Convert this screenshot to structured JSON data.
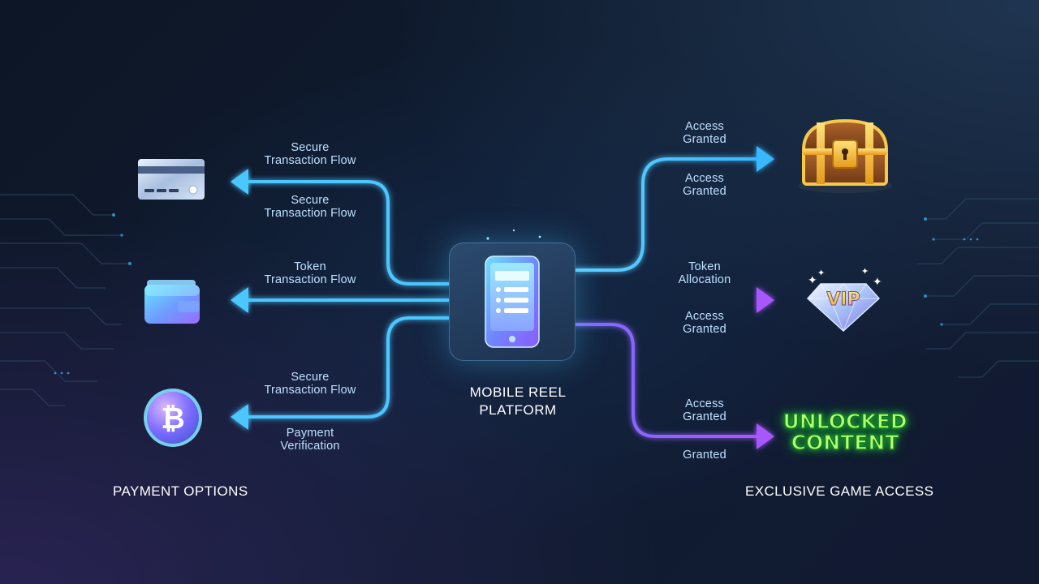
{
  "sections": {
    "left_title": "PAYMENT OPTIONS",
    "right_title": "EXCLUSIVE GAME ACCESS"
  },
  "center": {
    "title_line1": "MOBILE REEL",
    "title_line2": "PLATFORM",
    "icon": "smartphone-icon"
  },
  "payment_options": [
    {
      "icon": "credit-card-icon"
    },
    {
      "icon": "wallet-icon"
    },
    {
      "icon": "bitcoin-icon"
    }
  ],
  "left_labels": [
    "Secure\nTransaction Flow",
    "Secure\nTransaction Flow",
    "Token\nTransaction Flow",
    "Secure\nTransaction Flow",
    "Payment\nVerification"
  ],
  "right_labels": [
    "Access\nGranted",
    "Access\nGranted",
    "Token\nAllocation",
    "Access\nGranted",
    "Access\nGranted",
    "Granted"
  ],
  "game_access": {
    "treasure_icon": "treasure-chest-icon",
    "vip_text": "VIP",
    "unlocked_line1": "UNLOCKED",
    "unlocked_line2": "CONTENT"
  },
  "colors": {
    "cyan_flow": "#4cc6ff",
    "purple_flow": "#a45cff",
    "background": "#0c1424"
  }
}
